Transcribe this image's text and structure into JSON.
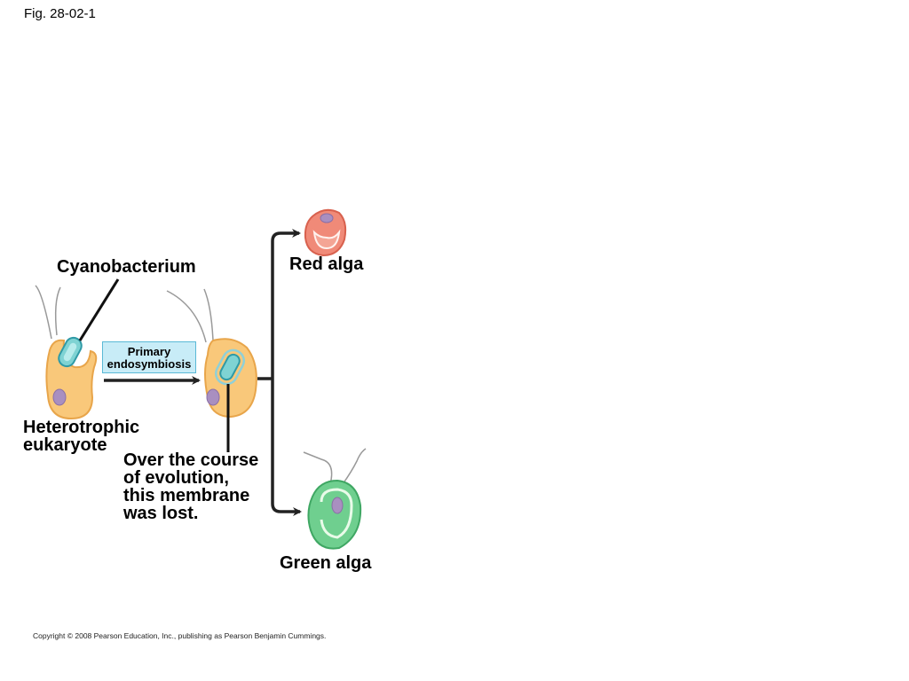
{
  "figure_label": "Fig. 28-02-1",
  "labels": {
    "cyanobacterium": "Cyanobacterium",
    "red_alga": "Red alga",
    "green_alga": "Green alga",
    "heterotrophic_line1": "Heterotrophic",
    "heterotrophic_line2": "eukaryote",
    "lost_line1": "Over the course",
    "lost_line2": "of evolution,",
    "lost_line3": "this membrane",
    "lost_line4": "was lost."
  },
  "process_box": {
    "line1": "Primary",
    "line2": "endosymbiosis"
  },
  "copyright": "Copyright © 2008 Pearson Education, Inc., publishing as Pearson Benjamin Cummings.",
  "colors": {
    "cell_fill": "#f9c87a",
    "cell_stroke": "#e8a54a",
    "nucleus": "#a98fc0",
    "cyano_fill": "#7fd3d3",
    "cyano_stroke": "#2f9aa6",
    "red_alga_fill": "#f08a78",
    "green_alga_fill": "#6fcf8f",
    "box_fill": "#c8ecf7"
  }
}
